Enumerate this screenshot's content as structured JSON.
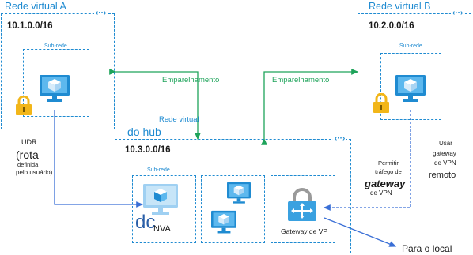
{
  "vnet_a": {
    "title": "Rede virtual A",
    "address": "10.1.0.0/16",
    "subnet": "Sub-rede"
  },
  "vnet_b": {
    "title": "Rede virtual B",
    "address": "10.2.0.0/16",
    "subnet": "Sub-rede"
  },
  "hub": {
    "title_line1": "Rede virtual",
    "title_line2": "do hub",
    "address": "10.3.0.0/16",
    "subnet": "Sub-rede"
  },
  "peering_left": "Emparelhamento",
  "peering_right": "Emparelhamento",
  "udr": {
    "line1": "UDR",
    "line2": "(rota",
    "line3": "definida",
    "line4": "pelo usuário)"
  },
  "nva": {
    "part1": "dc",
    "part2": "NVA"
  },
  "vpn_gateway": "Gateway de VP",
  "allow": {
    "line1": "Permitir",
    "line2": "tráfego de",
    "line3": "gateway",
    "line4": "de VPN"
  },
  "remote": {
    "line1": "Usar",
    "line2": "gateway",
    "line3": "de VPN",
    "line4": "remoto"
  },
  "on_prem": "Para o local",
  "colors": {
    "azure_blue": "#1f8bd1",
    "peering_green": "#1ea35a",
    "lock_gold": "#f2b619",
    "gateway_gray": "#9a9a9a"
  }
}
